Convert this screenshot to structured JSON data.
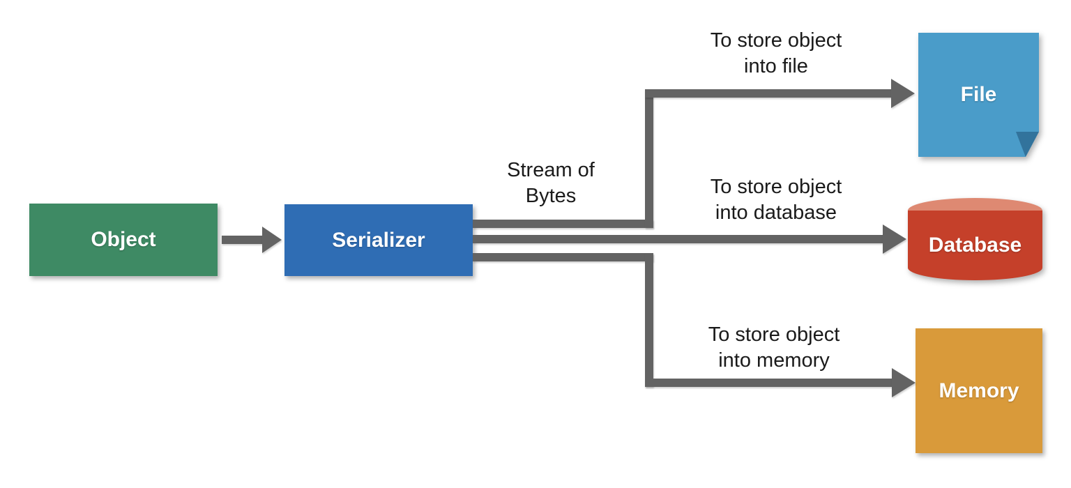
{
  "diagram": {
    "nodes": {
      "object": {
        "label": "Object",
        "shape": "rectangle"
      },
      "serializer": {
        "label": "Serializer",
        "shape": "rectangle"
      },
      "file": {
        "label": "File",
        "shape": "folded-note"
      },
      "database": {
        "label": "Database",
        "shape": "cylinder"
      },
      "memory": {
        "label": "Memory",
        "shape": "rectangle"
      }
    },
    "annotations": {
      "stream_of_bytes": {
        "line1": "Stream of",
        "line2": "Bytes"
      },
      "to_file": {
        "line1": "To store object",
        "line2": "into file"
      },
      "to_database": {
        "line1": "To store object",
        "line2": "into database"
      },
      "to_memory": {
        "line1": "To store object",
        "line2": "into memory"
      }
    },
    "edges": [
      {
        "from": "object",
        "to": "serializer",
        "style": "straight-arrow"
      },
      {
        "from": "serializer",
        "to": "file",
        "style": "elbow-up-arrow"
      },
      {
        "from": "serializer",
        "to": "database",
        "style": "straight-arrow"
      },
      {
        "from": "serializer",
        "to": "memory",
        "style": "elbow-down-arrow"
      }
    ]
  },
  "colors": {
    "object_green": "#3E8A64",
    "serializer_blue": "#2F6DB4",
    "file_blue": "#4A9CC9",
    "file_fold": "#32739C",
    "database_red": "#C5402A",
    "database_top": "#DE8972",
    "memory_orange": "#D99A3A",
    "connector_gray": "#636363",
    "text_dark": "#1A1A1A",
    "node_text": "#FFFFFF",
    "background": "#FFFFFF"
  }
}
